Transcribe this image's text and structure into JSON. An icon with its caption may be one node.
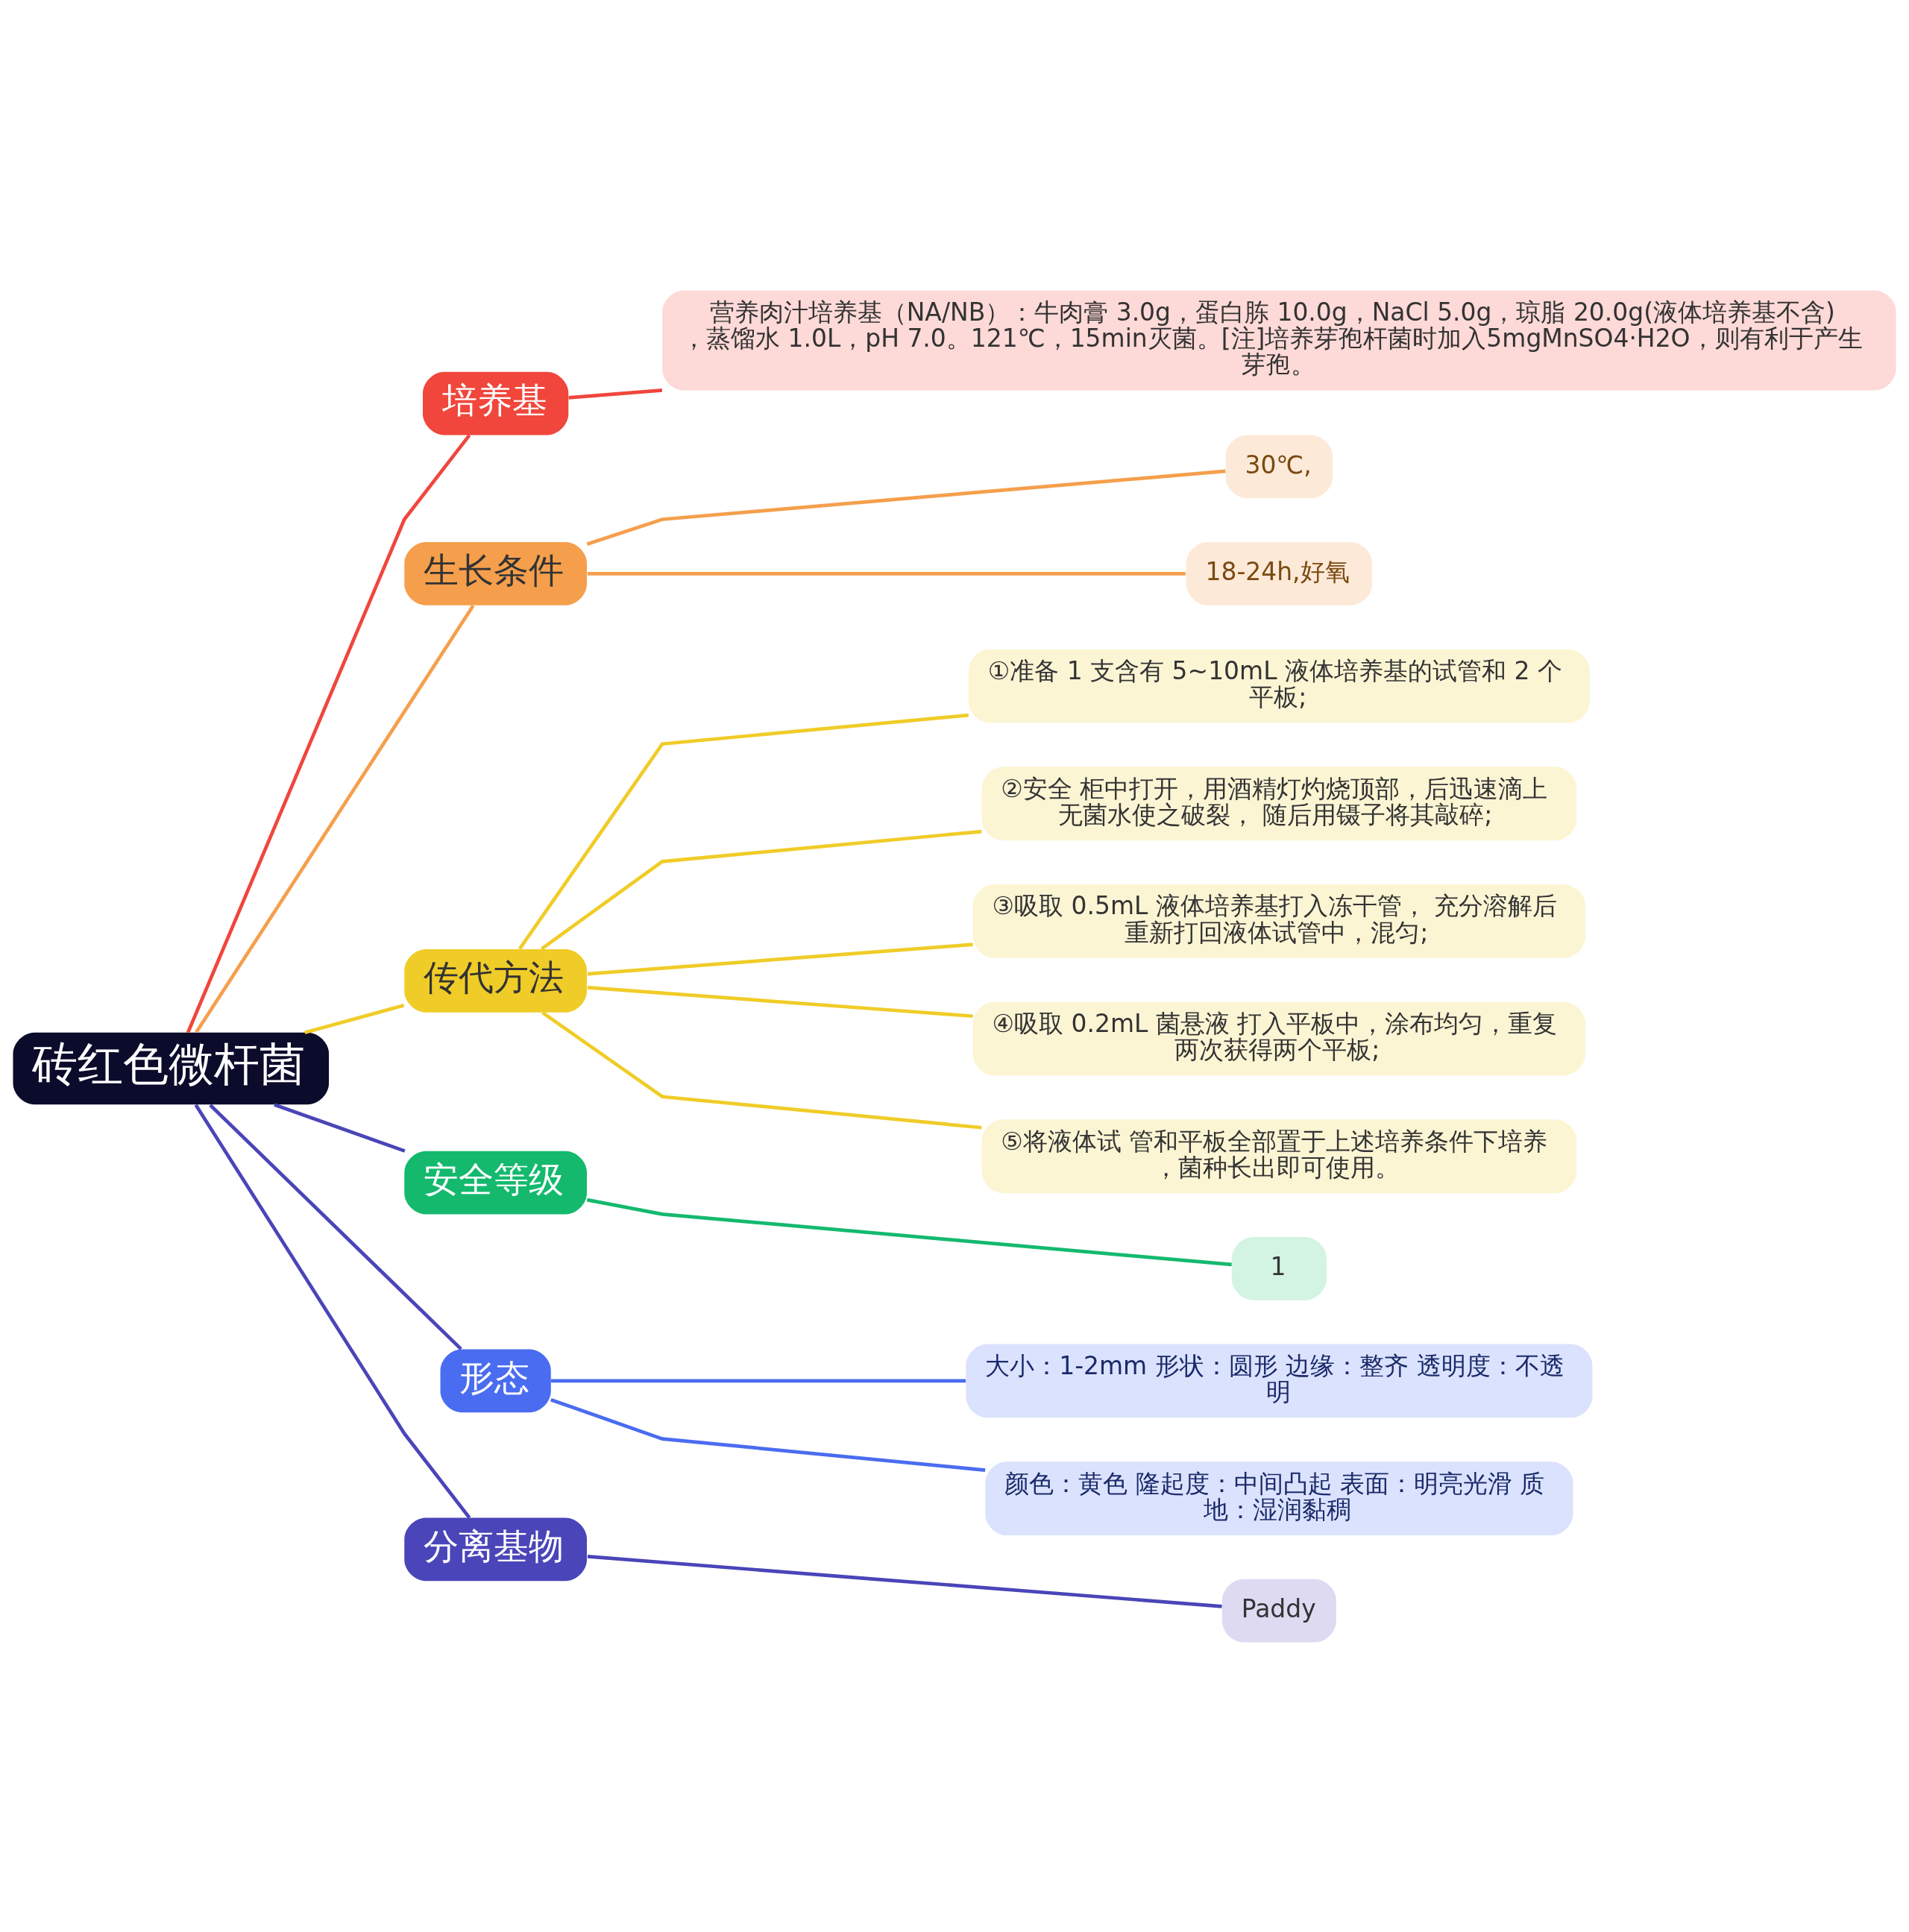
{
  "diagram": {
    "nodes": [
      {
        "text": [
          "砖红色微杆菌"
        ]
      },
      {
        "text": [
          "培养基"
        ]
      },
      {
        "text": [
          "营养肉汁培养基（NA/NB）：牛肉膏 3.0g，蛋白胨 10.0g，NaCl 5.0g，琼脂 20.0g(液体培养基不含)，蒸馏水 1.0L，pH 7.0。121℃，15min灭菌。[注]培养芽孢杆菌时加入5mgMnSO4·H2O，则有利于产生芽孢。"
        ]
      },
      {
        "text": [
          "生长条件"
        ]
      },
      {
        "text": [
          "30℃,"
        ]
      },
      {
        "text": [
          "18-24h,好氧"
        ]
      },
      {
        "text": [
          "传代方法"
        ]
      },
      {
        "text": [
          "①准备 1 支含有 5~10mL 液体培养基的试管和 2 个平板;"
        ]
      },
      {
        "text": [
          "②安全 柜中打开，用酒精灯灼烧顶部，后迅速滴上无菌水使之破裂， 随后用镊子将其敲碎;"
        ]
      },
      {
        "text": [
          "③吸取 0.5mL 液体培养基打入冻干管， 充分溶解后重新打回液体试管中，混匀;"
        ]
      },
      {
        "text": [
          "④吸取 0.2mL 菌悬液 打入平板中，涂布均匀，重复两次获得两个平板;"
        ]
      },
      {
        "text": [
          "⑤将液体试 管和平板全部置于上述培养条件下培养，菌种长出即可使用。"
        ]
      },
      {
        "text": [
          "安全等级"
        ]
      },
      {
        "text": [
          "1"
        ]
      },
      {
        "text": [
          "形态"
        ]
      },
      {
        "text": [
          "大小：1-2mm 形状：圆形 边缘：整齐 透明度：不透明"
        ]
      },
      {
        "text": [
          "颜色：黄色 隆起度：中间凸起 表面：明亮光滑 质地：湿润黏稠"
        ]
      },
      {
        "text": [
          "分离基物"
        ]
      },
      {
        "text": [
          "Paddy"
        ]
      }
    ],
    "edges": [
      {
        "from": 0,
        "to": 1,
        "arrow": "none",
        "color": "#f0463c"
      },
      {
        "from": 0,
        "to": 3,
        "arrow": "none",
        "color": "#f59f4c"
      },
      {
        "from": 0,
        "to": 6,
        "arrow": "none",
        "color": "#f0cc28"
      },
      {
        "from": 0,
        "to": 12,
        "arrow": "none",
        "color": "#4a45b8"
      },
      {
        "from": 0,
        "to": 14,
        "arrow": "none",
        "color": "#4a45b8"
      },
      {
        "from": 0,
        "to": 17,
        "arrow": "none",
        "color": "#4a45b8"
      },
      {
        "from": 1,
        "to": 2,
        "arrow": "none",
        "color": "#f0463c"
      },
      {
        "from": 3,
        "to": 4,
        "arrow": "none",
        "color": "#f59f4c"
      },
      {
        "from": 3,
        "to": 5,
        "arrow": "none",
        "color": "#f59f4c"
      },
      {
        "from": 6,
        "to": 7,
        "arrow": "none",
        "color": "#f0cc28"
      },
      {
        "from": 6,
        "to": 8,
        "arrow": "none",
        "color": "#f0cc28"
      },
      {
        "from": 6,
        "to": 9,
        "arrow": "none",
        "color": "#f0cc28"
      },
      {
        "from": 6,
        "to": 10,
        "arrow": "none",
        "color": "#f0cc28"
      },
      {
        "from": 6,
        "to": 11,
        "arrow": "none",
        "color": "#f0cc28"
      },
      {
        "from": 12,
        "to": 13,
        "arrow": "none",
        "color": "#14b96e"
      },
      {
        "from": 14,
        "to": 15,
        "arrow": "none",
        "color": "#4a6cf0"
      },
      {
        "from": 14,
        "to": 16,
        "arrow": "none",
        "color": "#4a6cf0"
      },
      {
        "from": 17,
        "to": 18,
        "arrow": "none",
        "color": "#4a45b8"
      }
    ]
  }
}
